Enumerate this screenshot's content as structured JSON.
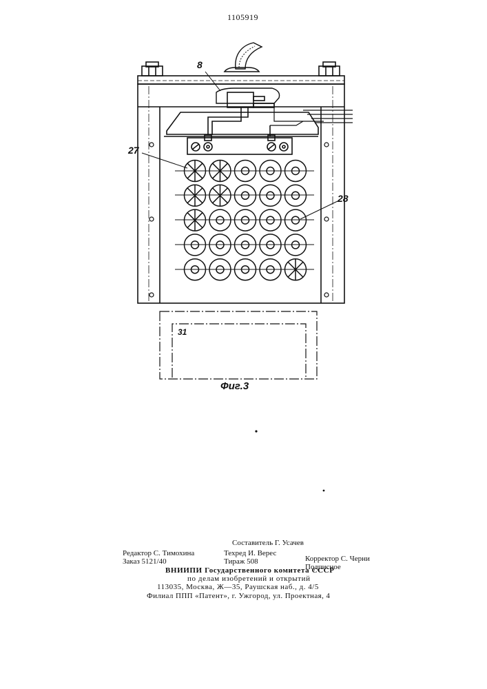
{
  "patent_number": "1105919",
  "figure": {
    "caption": "Фиг.3",
    "callouts": {
      "top": "8",
      "left": "27",
      "right": "28",
      "drawer": "31"
    },
    "grid_pattern": [
      [
        "x",
        "x",
        "o",
        "o",
        "o"
      ],
      [
        "x",
        "x",
        "o",
        "o",
        "o"
      ],
      [
        "x",
        "o",
        "o",
        "o",
        "o"
      ],
      [
        "o",
        "o",
        "o",
        "o",
        "o"
      ],
      [
        "o",
        "o",
        "o",
        "o",
        "x"
      ]
    ]
  },
  "colophon": {
    "compiler": "Составитель Г. Усачев",
    "editor": "Редактор С. Тимохина",
    "tech_editor": "Техред И. Верес",
    "corrector": "Корректор С. Черни",
    "order": "Заказ 5121/40",
    "circulation": "Тираж 508",
    "subscription": "Подписное",
    "org_line1": "ВНИИПИ Государственного комитета СССР",
    "org_line2": "по делам изобретений и открытий",
    "org_line3": "113035, Москва, Ж—35, Раушская наб., д. 4/5",
    "branch": "Филиал ППП «Патент», г. Ужгород, ул. Проектная, 4"
  }
}
